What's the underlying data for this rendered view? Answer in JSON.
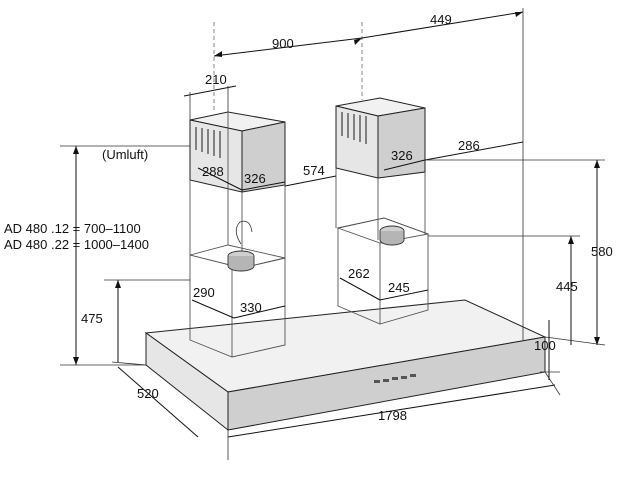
{
  "diagram": {
    "dimensions": {
      "top_right_width": "449",
      "chimney_spacing": "900",
      "filter_box_width": "210",
      "left_upper_depth": "288",
      "left_upper_width": "326",
      "chimney_gap": "574",
      "right_upper_width": "326",
      "right_offset": "286",
      "left_lower_depth": "290",
      "left_lower_width": "330",
      "right_lower_depth": "262",
      "right_lower_width": "245",
      "left_height": "475",
      "hood_depth": "520",
      "hood_width": "1798",
      "hood_thickness": "100",
      "right_lower_height": "445",
      "right_total_height": "580"
    },
    "labels": {
      "recirculation": "(Umluft)",
      "model_line_1": "AD 480 .12 =  700–1100",
      "model_line_2": "AD 480 .22 = 1000–1400"
    }
  }
}
